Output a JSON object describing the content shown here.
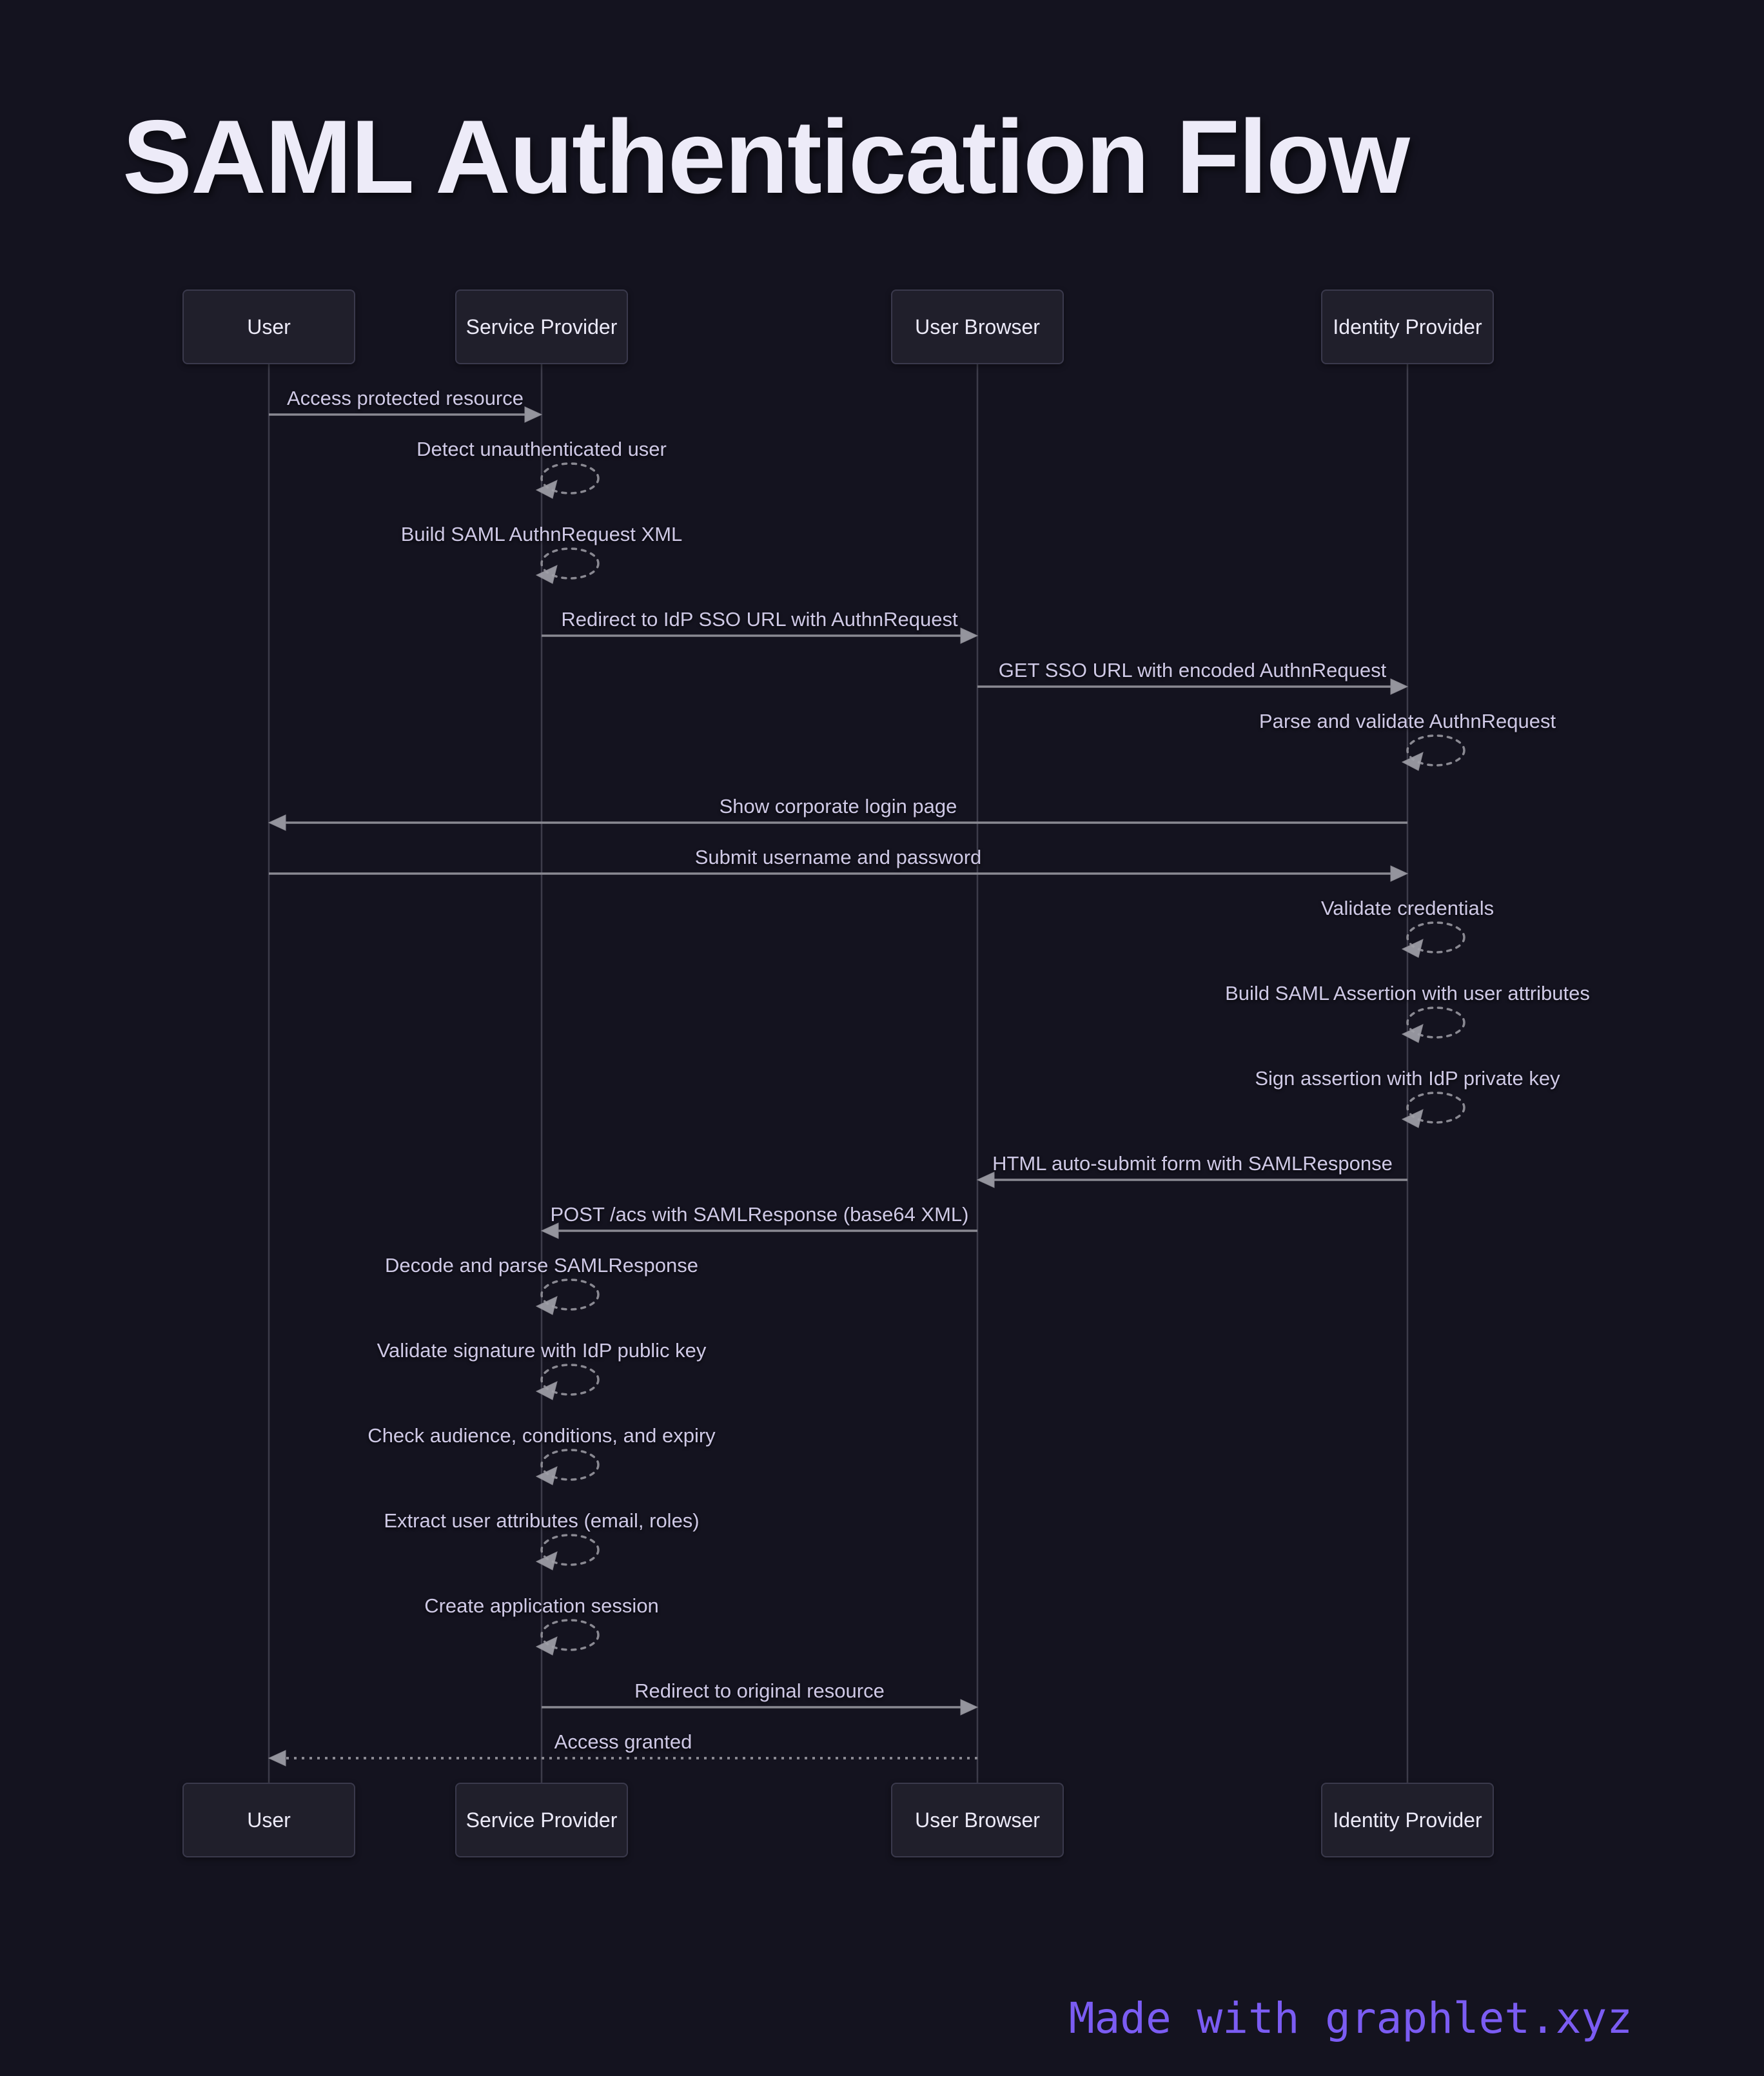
{
  "title": "SAML Authentication Flow",
  "footer": {
    "text": "Made with graphlet.xyz"
  },
  "colors": {
    "background": "#14131f",
    "actor_box_fill": "#201f2b",
    "actor_box_border": "#3a394c",
    "actor_text": "#eceaf8",
    "message_text": "#cfc9e6",
    "arrow_line": "#8a8992",
    "arrowhead": "#a09fa8",
    "lifeline": "#3d3c4a",
    "title_text": "#edebf8",
    "footer_accent": "#7b5cf3"
  },
  "diagram": {
    "actors": [
      {
        "id": "user",
        "label": "User"
      },
      {
        "id": "sp",
        "label": "Service Provider"
      },
      {
        "id": "browser",
        "label": "User Browser"
      },
      {
        "id": "idp",
        "label": "Identity Provider"
      }
    ],
    "messages": [
      {
        "type": "arrow",
        "from": "user",
        "to": "sp",
        "style": "solid",
        "label": "Access protected resource"
      },
      {
        "type": "self",
        "actor": "sp",
        "label": "Detect unauthenticated user"
      },
      {
        "type": "self",
        "actor": "sp",
        "label": "Build SAML AuthnRequest XML"
      },
      {
        "type": "arrow",
        "from": "sp",
        "to": "browser",
        "style": "solid",
        "label": "Redirect to IdP SSO URL with AuthnRequest"
      },
      {
        "type": "arrow",
        "from": "browser",
        "to": "idp",
        "style": "solid",
        "label": "GET SSO URL with encoded AuthnRequest"
      },
      {
        "type": "self",
        "actor": "idp",
        "label": "Parse and validate AuthnRequest"
      },
      {
        "type": "arrow",
        "from": "idp",
        "to": "user",
        "style": "solid",
        "label": "Show corporate login page"
      },
      {
        "type": "arrow",
        "from": "user",
        "to": "idp",
        "style": "solid",
        "label": "Submit username and password"
      },
      {
        "type": "self",
        "actor": "idp",
        "label": "Validate credentials"
      },
      {
        "type": "self",
        "actor": "idp",
        "label": "Build SAML Assertion with user attributes"
      },
      {
        "type": "self",
        "actor": "idp",
        "label": "Sign assertion with IdP private key"
      },
      {
        "type": "arrow",
        "from": "idp",
        "to": "browser",
        "style": "solid",
        "label": "HTML auto-submit form with SAMLResponse"
      },
      {
        "type": "arrow",
        "from": "browser",
        "to": "sp",
        "style": "solid",
        "label": "POST /acs with SAMLResponse (base64 XML)"
      },
      {
        "type": "self",
        "actor": "sp",
        "label": "Decode and parse SAMLResponse"
      },
      {
        "type": "self",
        "actor": "sp",
        "label": "Validate signature with IdP public key"
      },
      {
        "type": "self",
        "actor": "sp",
        "label": "Check audience, conditions, and expiry"
      },
      {
        "type": "self",
        "actor": "sp",
        "label": "Extract user attributes (email, roles)"
      },
      {
        "type": "self",
        "actor": "sp",
        "label": "Create application session"
      },
      {
        "type": "arrow",
        "from": "sp",
        "to": "browser",
        "style": "solid",
        "label": "Redirect to original resource"
      },
      {
        "type": "arrow",
        "from": "browser",
        "to": "user",
        "style": "dashed",
        "label": "Access granted"
      }
    ]
  }
}
